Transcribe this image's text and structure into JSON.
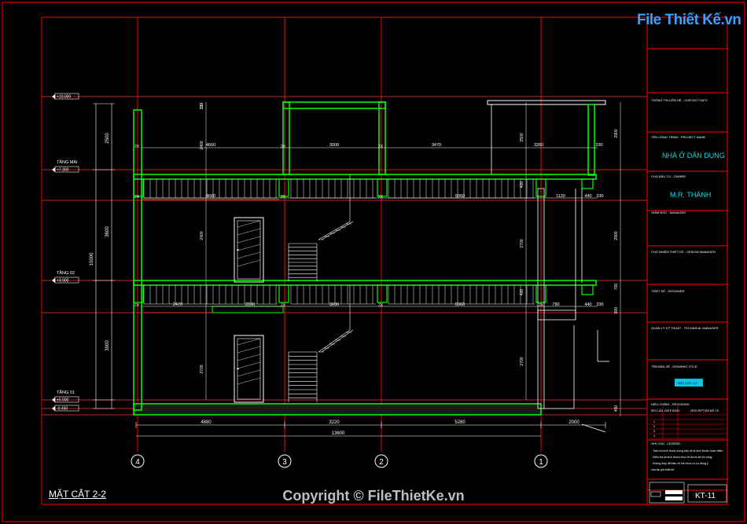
{
  "watermark": {
    "logo": "File Thiết Kế.vn",
    "copyright": "Copyright © FileThietKe.vn"
  },
  "drawing": {
    "section_label": "MẶT CẮT 2-2",
    "grid_axes": [
      "4",
      "3",
      "2",
      "1"
    ],
    "levels": [
      {
        "name": "",
        "value": "+10.000"
      },
      {
        "name": "TẦNG MÁI",
        "value": "+7.300"
      },
      {
        "name": "TẦNG 02",
        "value": "+3.900"
      },
      {
        "name": "TẦNG 01",
        "value": "±0.000"
      },
      {
        "name": "",
        "value": "-0.450"
      }
    ],
    "dims_top": [
      "330",
      "2500",
      "4660",
      "3000",
      "3470",
      "2500",
      "3260",
      "330"
    ],
    "dims_floor2": [
      "4660",
      "5060",
      "400",
      "1130",
      "440",
      "330"
    ],
    "dims_floor1": [
      "2470",
      "2090",
      "3000",
      "5060",
      "400",
      "780",
      "440",
      "330"
    ],
    "dims_vertical_left": [
      "2500",
      "3600",
      "3900",
      "10000"
    ],
    "dims_vertical_mid": [
      "2400",
      "2700",
      "2700",
      "400",
      "450"
    ],
    "dims_vertical_right": [
      "2900",
      "2900",
      "700",
      "800",
      "450"
    ],
    "dims_bottom": [
      "4880",
      "3220",
      "5280",
      "2000"
    ],
    "dim_total": "13600",
    "small_tags": [
      "2X",
      "2X",
      "2X",
      "2X"
    ]
  },
  "title_block": {
    "contact": "THÔNG TIN LIÊN HỆ - CONTACT INFO",
    "project_label": "TÊN CÔNG TRÌNH - PROJECT NAME",
    "project_name": "NHÀ Ở DÂN DỤNG",
    "owner_label": "CHỦ ĐẦU TƯ - OWNER",
    "owner_name": "M.R. THÀNH",
    "manager_label": "GIÁM ĐỐC - MANAGER",
    "design_manager_label": "CHỦ NHIỆM THIẾT KẾ - DESIGN MANAGER",
    "designer_label": "THIẾT KẾ - DESIGNER",
    "tech_manager_label": "QUẢN LÝ KỸ THUẬT - TECHNICAL MANAGER",
    "drawing_title_label": "TÊN BẢN VẼ - DRAWING TITLE",
    "drawing_title": "MẶT CẮT 2-2",
    "revision_label": "HIỆU CHỈNH - REVISIONS",
    "rev_headers": [
      "REV LẦN",
      "DATE NGÀY",
      "DESCRIPTION MÔ TẢ"
    ],
    "rev_rows": [
      "1",
      "2",
      "3",
      "4"
    ],
    "notes_label": "GHI CHÚ - LEGEND",
    "notes": [
      "- Toàn bộ kích thước trong bản vẽ là kích thước hoàn thiện.",
      "- Kiểm tra lại kích thước thực tế trước khi thi công.",
      "- Không thay đổi bản vẽ khi chưa có sự đồng ý",
      "  của tác giả thiết kế."
    ],
    "sheet_no": "KT-11"
  },
  "colors": {
    "frame": "#ff0000",
    "wall": "#00ff00",
    "detail": "#ffffff",
    "text": "#ffffff",
    "highlight": "#00e0e8",
    "stair": "#ffffff",
    "level_line": "#ff3030"
  }
}
